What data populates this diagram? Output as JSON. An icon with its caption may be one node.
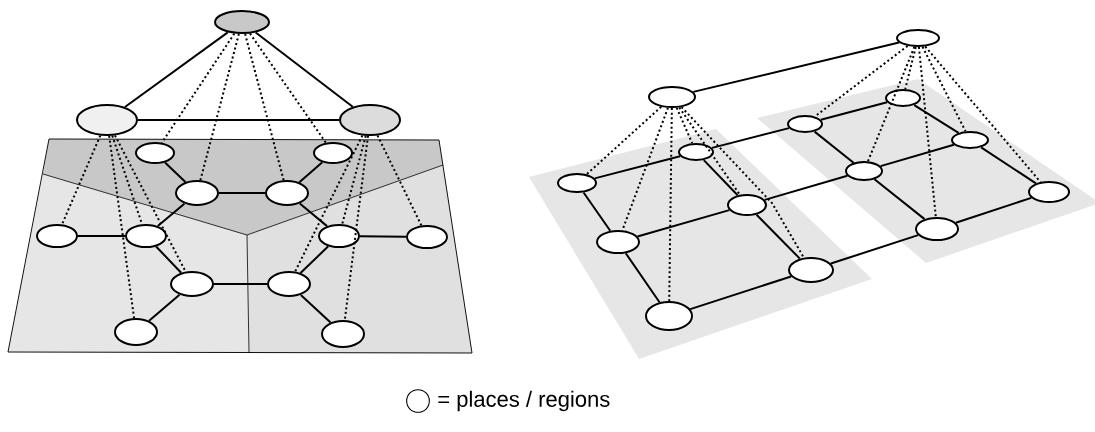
{
  "diagram": {
    "nodes": [
      {
        "text": [],
        "shape": "ellipse"
      },
      {
        "text": [],
        "shape": "ellipse"
      },
      {
        "text": [],
        "shape": "ellipse"
      },
      {
        "text": [],
        "shape": "ellipse"
      },
      {
        "text": [],
        "shape": "ellipse"
      },
      {
        "text": [],
        "shape": "ellipse"
      },
      {
        "text": [],
        "shape": "ellipse"
      },
      {
        "text": [],
        "shape": "ellipse"
      },
      {
        "text": [],
        "shape": "ellipse"
      },
      {
        "text": [],
        "shape": "ellipse"
      },
      {
        "text": [],
        "shape": "ellipse"
      },
      {
        "text": [],
        "shape": "ellipse"
      },
      {
        "text": [],
        "shape": "ellipse"
      },
      {
        "text": [],
        "shape": "ellipse"
      },
      {
        "text": [],
        "shape": "ellipse"
      },
      {
        "text": [],
        "shape": "ellipse"
      },
      {
        "text": [],
        "shape": "ellipse"
      },
      {
        "text": [],
        "shape": "ellipse"
      },
      {
        "text": [],
        "shape": "ellipse"
      },
      {
        "text": [],
        "shape": "ellipse"
      },
      {
        "text": [],
        "shape": "ellipse"
      },
      {
        "text": [],
        "shape": "ellipse"
      },
      {
        "text": [],
        "shape": "ellipse"
      },
      {
        "text": [],
        "shape": "ellipse"
      },
      {
        "text": [],
        "shape": "ellipse"
      },
      {
        "text": [],
        "shape": "ellipse"
      },
      {
        "text": [],
        "shape": "ellipse"
      },
      {
        "text": [],
        "shape": "ellipse"
      },
      {
        "text": [],
        "shape": "ellipse"
      }
    ],
    "edges": [
      {
        "from": 0,
        "to": 1,
        "arrow": "none"
      },
      {
        "from": 0,
        "to": 2,
        "arrow": "none"
      },
      {
        "from": 1,
        "to": 2,
        "arrow": "none"
      },
      {
        "from": 3,
        "to": 5,
        "arrow": "none"
      },
      {
        "from": 5,
        "to": 6,
        "arrow": "none"
      },
      {
        "from": 6,
        "to": 4,
        "arrow": "none"
      },
      {
        "from": 5,
        "to": 8,
        "arrow": "none"
      },
      {
        "from": 7,
        "to": 8,
        "arrow": "none"
      },
      {
        "from": 8,
        "to": 11,
        "arrow": "none"
      },
      {
        "from": 11,
        "to": 12,
        "arrow": "none"
      },
      {
        "from": 11,
        "to": 13,
        "arrow": "none"
      },
      {
        "from": 6,
        "to": 9,
        "arrow": "none"
      },
      {
        "from": 9,
        "to": 10,
        "arrow": "none"
      },
      {
        "from": 9,
        "to": 12,
        "arrow": "none"
      },
      {
        "from": 12,
        "to": 14,
        "arrow": "none"
      },
      {
        "from": 0,
        "to": 3,
        "arrow": "none",
        "style": "dashed"
      },
      {
        "from": 0,
        "to": 5,
        "arrow": "none",
        "style": "dashed"
      },
      {
        "from": 0,
        "to": 6,
        "arrow": "none",
        "style": "dashed"
      },
      {
        "from": 0,
        "to": 4,
        "arrow": "none",
        "style": "dashed"
      },
      {
        "from": 1,
        "to": 7,
        "arrow": "none",
        "style": "dashed"
      },
      {
        "from": 1,
        "to": 8,
        "arrow": "none",
        "style": "dashed"
      },
      {
        "from": 1,
        "to": 11,
        "arrow": "none",
        "style": "dashed"
      },
      {
        "from": 1,
        "to": 13,
        "arrow": "none",
        "style": "dashed"
      },
      {
        "from": 2,
        "to": 9,
        "arrow": "none",
        "style": "dashed"
      },
      {
        "from": 2,
        "to": 12,
        "arrow": "none",
        "style": "dashed"
      },
      {
        "from": 2,
        "to": 14,
        "arrow": "none",
        "style": "dashed"
      },
      {
        "from": 2,
        "to": 10,
        "arrow": "none",
        "style": "dashed"
      },
      {
        "from": 16,
        "to": 15,
        "arrow": "none"
      },
      {
        "from": 22,
        "to": 20,
        "arrow": "none"
      },
      {
        "from": 20,
        "to": 18,
        "arrow": "none"
      },
      {
        "from": 18,
        "to": 17,
        "arrow": "none"
      },
      {
        "from": 26,
        "to": 24,
        "arrow": "none"
      },
      {
        "from": 24,
        "to": 21,
        "arrow": "none"
      },
      {
        "from": 21,
        "to": 19,
        "arrow": "none"
      },
      {
        "from": 28,
        "to": 27,
        "arrow": "none"
      },
      {
        "from": 27,
        "to": 25,
        "arrow": "none"
      },
      {
        "from": 25,
        "to": 23,
        "arrow": "none"
      },
      {
        "from": 22,
        "to": 26,
        "arrow": "none"
      },
      {
        "from": 26,
        "to": 28,
        "arrow": "none"
      },
      {
        "from": 20,
        "to": 24,
        "arrow": "none"
      },
      {
        "from": 24,
        "to": 27,
        "arrow": "none"
      },
      {
        "from": 18,
        "to": 21,
        "arrow": "none"
      },
      {
        "from": 21,
        "to": 25,
        "arrow": "none"
      },
      {
        "from": 17,
        "to": 19,
        "arrow": "none"
      },
      {
        "from": 19,
        "to": 23,
        "arrow": "none"
      },
      {
        "from": 16,
        "to": 22,
        "arrow": "none",
        "style": "dashed"
      },
      {
        "from": 16,
        "to": 26,
        "arrow": "none",
        "style": "dashed"
      },
      {
        "from": 16,
        "to": 28,
        "arrow": "none",
        "style": "dashed"
      },
      {
        "from": 16,
        "to": 20,
        "arrow": "none",
        "style": "dashed"
      },
      {
        "from": 16,
        "to": 24,
        "arrow": "none",
        "style": "dashed"
      },
      {
        "from": 16,
        "to": 27,
        "arrow": "none",
        "style": "dashed"
      },
      {
        "from": 15,
        "to": 18,
        "arrow": "none",
        "style": "dashed"
      },
      {
        "from": 15,
        "to": 17,
        "arrow": "none",
        "style": "dashed"
      },
      {
        "from": 15,
        "to": 21,
        "arrow": "none",
        "style": "dashed"
      },
      {
        "from": 15,
        "to": 25,
        "arrow": "none",
        "style": "dashed"
      },
      {
        "from": 15,
        "to": 19,
        "arrow": "none",
        "style": "dashed"
      },
      {
        "from": 15,
        "to": 23,
        "arrow": "none",
        "style": "dashed"
      }
    ],
    "legend": [
      {
        "text": "= places / regions"
      }
    ]
  }
}
